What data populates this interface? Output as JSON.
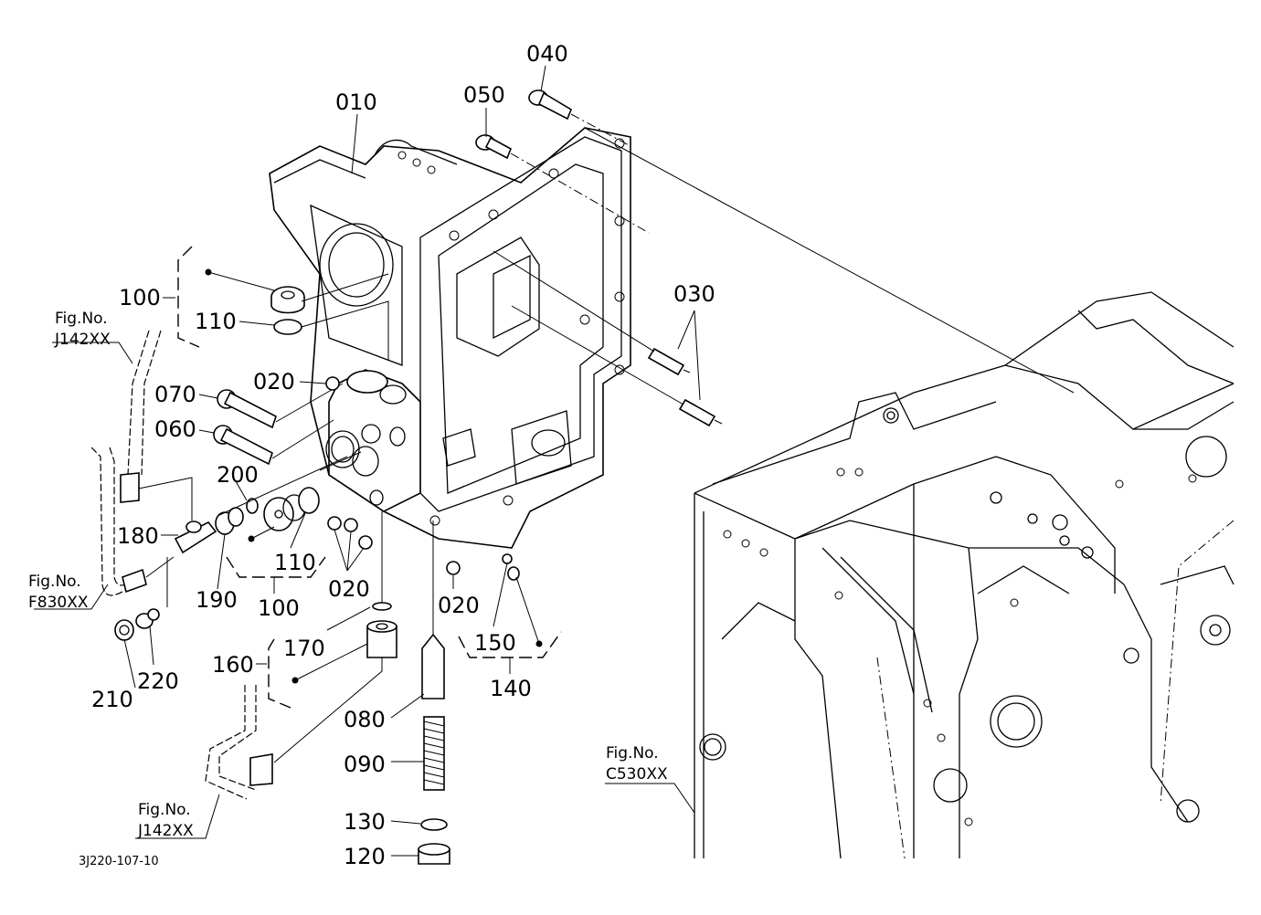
{
  "diagram": {
    "title_code": "3J220-107-10",
    "part_labels": {
      "p010": "010",
      "p020a": "020",
      "p020b": "020",
      "p020c": "020",
      "p030": "030",
      "p040": "040",
      "p050": "050",
      "p060": "060",
      "p070": "070",
      "p080": "080",
      "p090": "090",
      "p100a": "100",
      "p100b": "100",
      "p110a": "110",
      "p110b": "110",
      "p120": "120",
      "p130": "130",
      "p140": "140",
      "p150": "150",
      "p160": "160",
      "p170": "170",
      "p180": "180",
      "p190": "190",
      "p200": "200",
      "p210": "210",
      "p220": "220"
    },
    "figure_refs": [
      {
        "line1": "Fig.No.",
        "line2": "J142XX"
      },
      {
        "line1": "Fig.No.",
        "line2": "F830XX"
      },
      {
        "line1": "Fig.No.",
        "line2": "J142XX"
      },
      {
        "line1": "Fig.No.",
        "line2": "C530XX"
      }
    ]
  }
}
